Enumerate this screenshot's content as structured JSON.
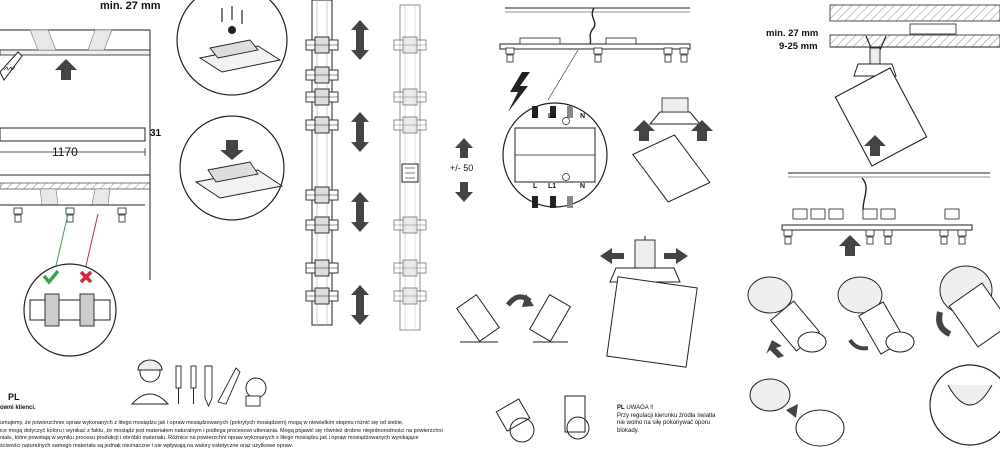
{
  "panel_a": {
    "min_depth": "min. 27 mm",
    "dim_height": "31",
    "dim_length": "1170"
  },
  "panel_c": {
    "adjust": "+/- 50"
  },
  "panel_d": {
    "terminal_top": [
      "L",
      "L1",
      "N"
    ],
    "terminal_bottom": [
      "L",
      "L1",
      "N"
    ],
    "note_lang": "PL",
    "note_title": "UWAGA !!",
    "note_body": "Przy regulacji kierunku źródła światła nie wolno na siłę pokonywać oporu blokady."
  },
  "panel_e": {
    "min_depth": "min. 27 mm",
    "range": "9-25 mm"
  },
  "footer": {
    "lang": "PL",
    "clients": "owni klienci.",
    "line1": "umujemy, że powierzchnie opraw wykonanych z litego mosiądzu jak i opraw mosiądzowanych (pokrytych mosiądzem) mogą w niewielkim stopniu różnić się od siebie.",
    "line2": "ice mogą dotyczyć koloru i wynikać z faktu, że mosiądz jest materiałem naturalnym i podlega procesowi utleniania. Mogą pojawić się również drobne niejednorodności na powierzchni",
    "line3": "niału, które powstają w wyniku procesu produkcji i obróbki materiału. Różnice na powierzchni opraw wykonanych z litego mosiądzu jak i opraw mosiądzowanych wynikające",
    "line4": "ściwości naturalnych samego materiału są jednak nieznaczne i nie wpływają na walory estetyczne oraz użytkowe opraw."
  },
  "colors": {
    "ok": "#3aa34a",
    "bad": "#d7263d",
    "arrow": "#444444",
    "line": "#222222"
  }
}
